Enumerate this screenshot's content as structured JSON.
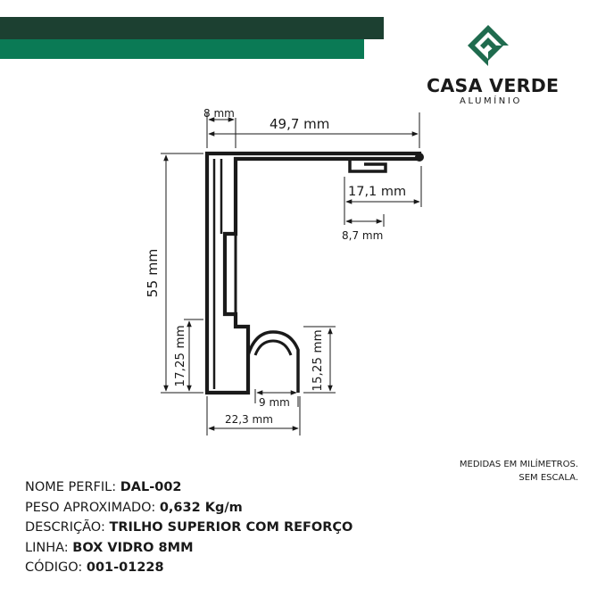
{
  "colors": {
    "band_dark": "#1c4031",
    "band_green": "#0a7a55",
    "logo_green": "#1f6b4e",
    "profile": "#1a1a1a"
  },
  "brand": {
    "name": "CASA VERDE",
    "subtitle": "ALUMÍNIO",
    "logo_icon": "casa-verde-logo-icon"
  },
  "dimensions": {
    "width_total": "49,7 mm",
    "lip": "8 mm",
    "height_total": "55 mm",
    "channel_width": "17,1 mm",
    "channel_gap": "8,7 mm",
    "lower_height": "17,25 mm",
    "hook_height": "15,25 mm",
    "hook_width": "9 mm",
    "base_width": "22,3 mm"
  },
  "note": {
    "line1": "MEDIDAS EM MILÍMETROS.",
    "line2": "SEM ESCALA."
  },
  "specs": [
    {
      "label": "NOME PERFIL: ",
      "value": "DAL-002"
    },
    {
      "label": "PESO APROXIMADO: ",
      "value": "0,632 Kg/m"
    },
    {
      "label": "DESCRIÇÃO: ",
      "value": "TRILHO SUPERIOR COM REFORÇO"
    },
    {
      "label": "LINHA: ",
      "value": "BOX VIDRO 8MM"
    },
    {
      "label": "CÓDIGO: ",
      "value": "001-01228"
    }
  ]
}
